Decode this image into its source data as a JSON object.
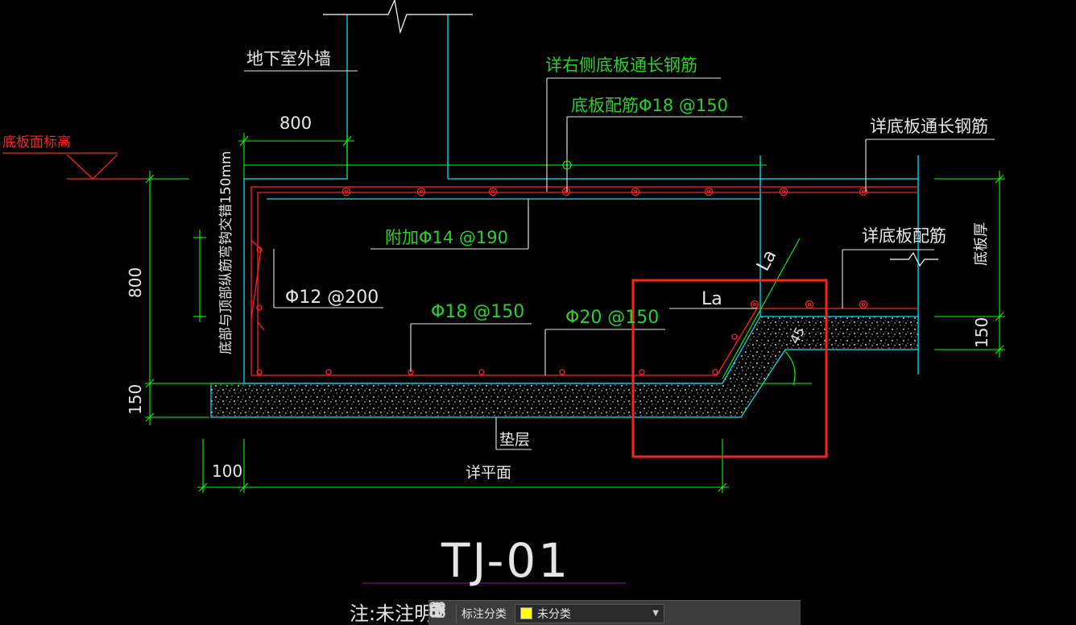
{
  "drawing": {
    "title": "TJ-01",
    "note": "注:未注明的钢筋均同底板钢筋",
    "labels": {
      "outer_wall": "地下室外墙",
      "slab_top_elevation": "底板面标高",
      "right_through_rebar": "详右侧底板通长钢筋",
      "slab_rebar": "底板配筋Φ18 @150",
      "slab_through_rebar": "详底板通长钢筋",
      "additional_rebar": "附加Φ14 @190",
      "stirrup": "Φ12 @200",
      "bottom_rebar_1": "Φ18 @150",
      "bottom_rebar_2": "Φ20 @150",
      "slab_rebar_detail": "详底板配筋",
      "slab_thickness": "底板厚",
      "cushion": "垫层",
      "see_plan": "详平面",
      "anchor_note": "底部与顶部纵筋弯钩交错150mm",
      "la_horizontal": "La",
      "la_sloped": "La"
    },
    "dimensions": {
      "width_800": "800",
      "height_800": "800",
      "height_150_left": "150",
      "height_150_right": "150",
      "width_100": "100",
      "angle": "45"
    },
    "colors": {
      "background": "#000000",
      "dimension": "#00ff00",
      "wall": "#00e5ff",
      "rebar": "#ff2020",
      "text": "#e6e6e6",
      "highlight": "#ff2020",
      "note_line": "#b000b0",
      "label_green": "#29d229"
    }
  },
  "toolbar": {
    "grid_icon": "grid-icon",
    "category_label": "标注分类",
    "category_value": "未分类",
    "swatch_color": "#ffff00",
    "icons": [
      "edit-icon",
      "move-icon",
      "copy-icon",
      "paste-icon"
    ]
  }
}
